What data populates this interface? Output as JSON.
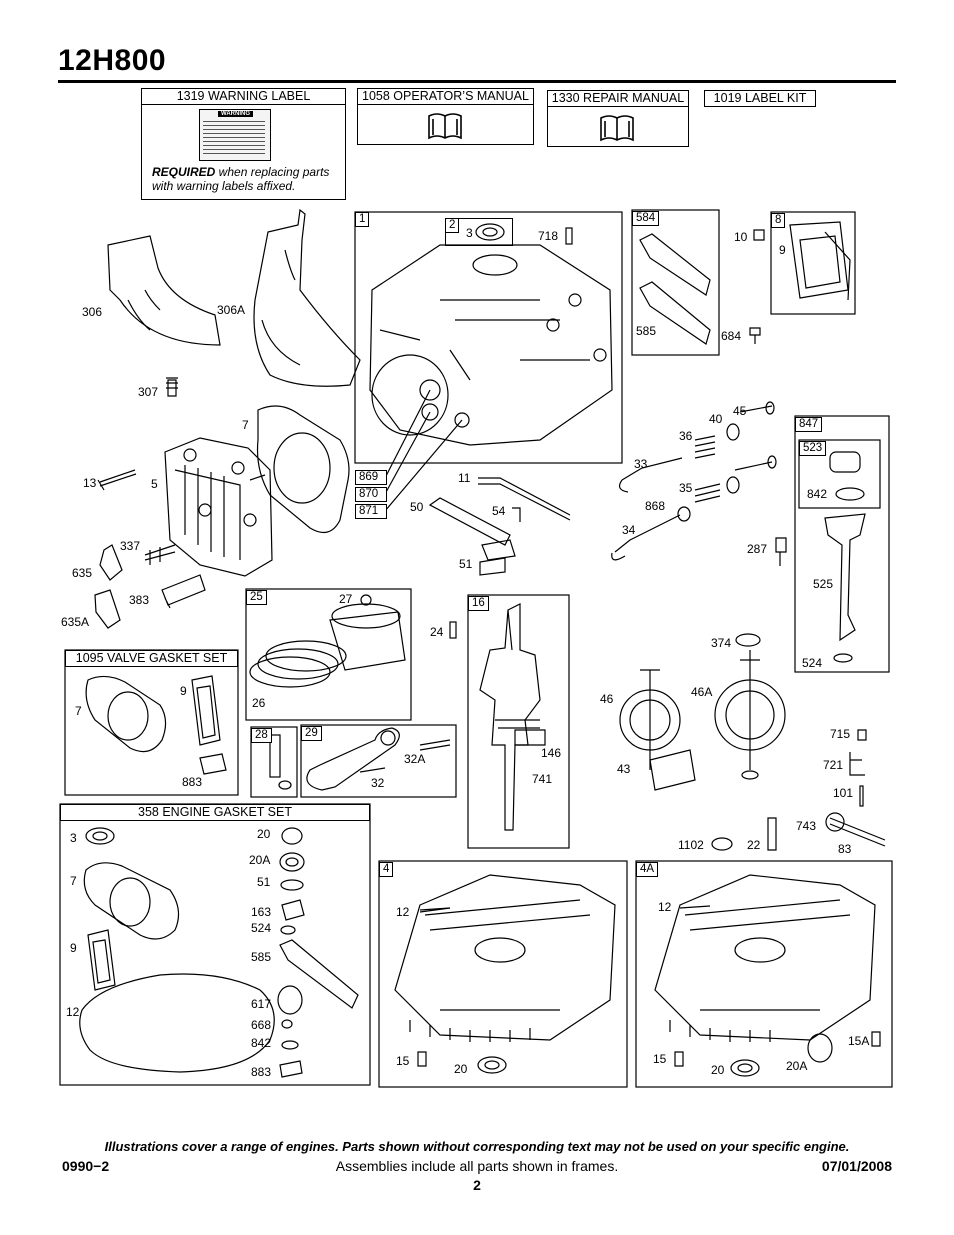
{
  "header": {
    "model": "12H800"
  },
  "frames": {
    "warning_label": {
      "title": "1319 WARNING LABEL",
      "required_bold": "REQUIRED",
      "required_rest": " when replacing parts with warning labels affixed.",
      "label_word": "WARNING"
    },
    "operators_manual": {
      "title": "1058 OPERATOR’S MANUAL"
    },
    "repair_manual": {
      "title": "1330 REPAIR MANUAL"
    },
    "label_kit": {
      "title": "1019 LABEL KIT"
    },
    "valve_gasket": {
      "title": "1095 VALVE GASKET SET"
    },
    "engine_gasket": {
      "title": "358 ENGINE GASKET SET"
    }
  },
  "frame_tags": [
    "1",
    "2",
    "584",
    "8",
    "847",
    "523",
    "869",
    "870",
    "871",
    "25",
    "16",
    "28",
    "29",
    "4",
    "4A"
  ],
  "part_labels": [
    "306",
    "306A",
    "307",
    "7",
    "13",
    "5",
    "337",
    "635",
    "383",
    "635A",
    "3",
    "718",
    "10",
    "9",
    "585",
    "684",
    "40",
    "45",
    "36",
    "33",
    "35",
    "868",
    "34",
    "287",
    "842",
    "525",
    "524",
    "11",
    "50",
    "54",
    "51",
    "27",
    "26",
    "24",
    "374",
    "46",
    "46A",
    "715",
    "721",
    "101",
    "743",
    "83",
    "43",
    "32A",
    "32",
    "146",
    "741",
    "9",
    "7",
    "883",
    "20",
    "20A",
    "51",
    "163",
    "524",
    "585",
    "617",
    "668",
    "842",
    "883",
    "3",
    "7",
    "9",
    "12",
    "1102",
    "22",
    "12",
    "15",
    "20",
    "12",
    "15",
    "20",
    "20A",
    "15A"
  ],
  "footer": {
    "disclaimer": "Illustrations cover a range of engines. Parts shown without corresponding text may not be used on your specific engine.",
    "code": "0990−2",
    "assemblies": "Assemblies include all parts shown in frames.",
    "date": "07/01/2008",
    "page": "2"
  }
}
